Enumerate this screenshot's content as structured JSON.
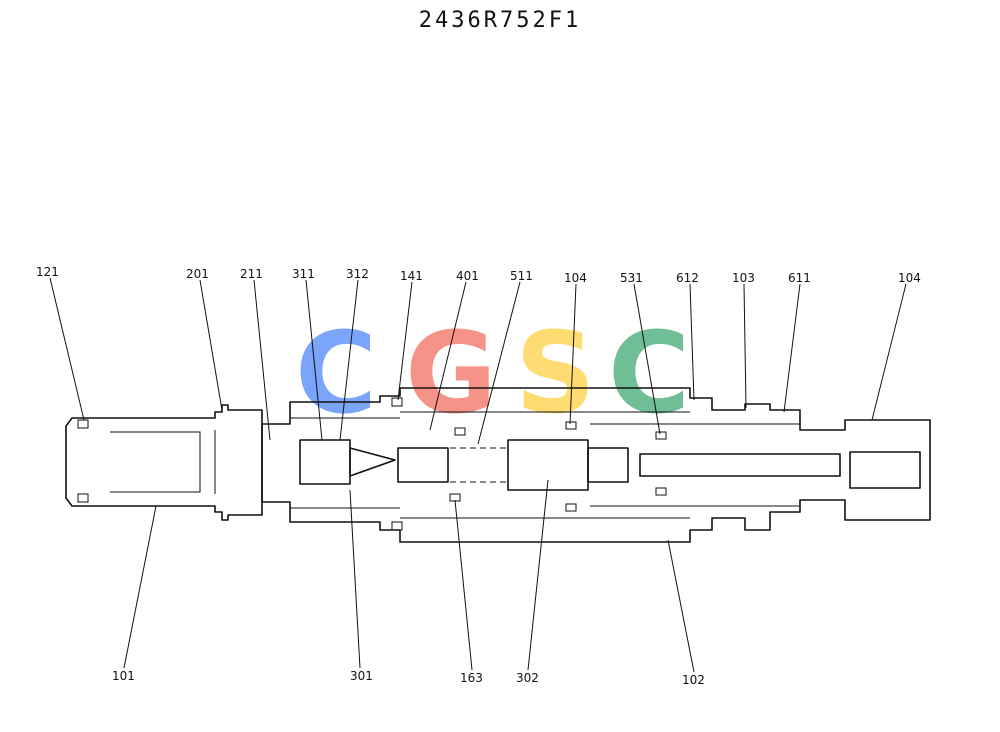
{
  "title": "2436R752F1",
  "watermark": {
    "letters": [
      {
        "char": "C",
        "color": "#5b8ff9"
      },
      {
        "char": "G",
        "color": "#f4796b"
      },
      {
        "char": "S",
        "color": "#ffd44f"
      },
      {
        "char": "C",
        "color": "#4caf7d"
      }
    ]
  },
  "labels": {
    "top": [
      "121",
      "201",
      "211",
      "311",
      "312",
      "141",
      "401",
      "511",
      "104",
      "531",
      "612",
      "103",
      "611",
      "104"
    ],
    "bottom": [
      "101",
      "301",
      "163",
      "302",
      "102"
    ]
  }
}
